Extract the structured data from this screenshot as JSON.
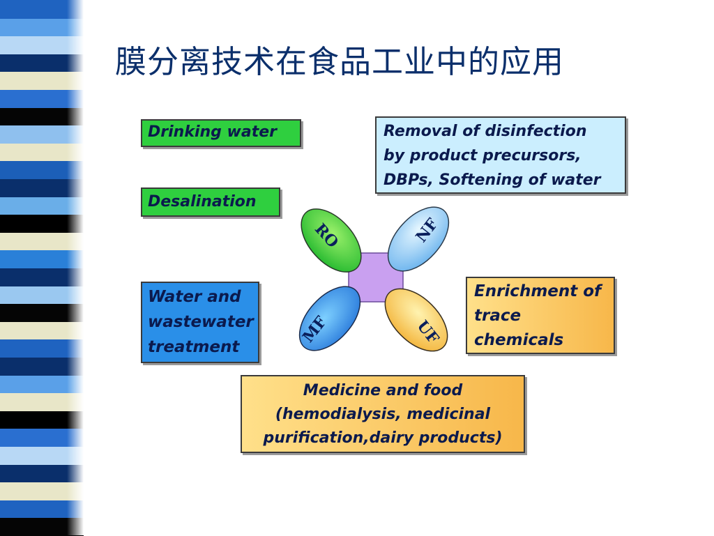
{
  "title": "膜分离技术在食品工业中的应用",
  "stripe_colors": [
    "#1f63c0",
    "#5aa0e8",
    "#b8d8f5",
    "#0a2f6b",
    "#e8e6c8",
    "#2a6fd0",
    "#050505",
    "#8fc0ee",
    "#e8e6c8",
    "#1c5fb8",
    "#0a2f6b",
    "#6aaee8",
    "#000000",
    "#e8e6c8",
    "#2a80d8",
    "#0a2f6b",
    "#9ac8f0",
    "#050505",
    "#e8e6c8",
    "#1f63c0",
    "#0a2f6b",
    "#5aa0e8",
    "#e8e6c8",
    "#000000",
    "#2a6fd0",
    "#b8d8f5",
    "#0a2f6b",
    "#e8e6c8",
    "#1f63c0",
    "#050505"
  ],
  "boxes": {
    "drinking": "Drinking water",
    "desalination": "Desalination",
    "water_treatment": [
      "Water and",
      "wastewater",
      "treatment"
    ],
    "removal": [
      "Removal of disinfection",
      "by product precursors,",
      "DBPs, Softening of water"
    ],
    "enrichment": [
      "Enrichment of",
      "trace",
      "chemicals"
    ],
    "medicine": [
      "Medicine and food",
      "(hemodialysis, medicinal",
      "purification,dairy products)"
    ]
  },
  "petals": {
    "ro": "RO",
    "nf": "NF",
    "mf": "MF",
    "uf": "UF"
  },
  "colors": {
    "green": "#2fcf3f",
    "blue": "#2a8fe8",
    "light_blue": "#cbeefe",
    "orange": "#f7b74a",
    "center": "#c9a0f0",
    "title": "#0b2f6b"
  }
}
